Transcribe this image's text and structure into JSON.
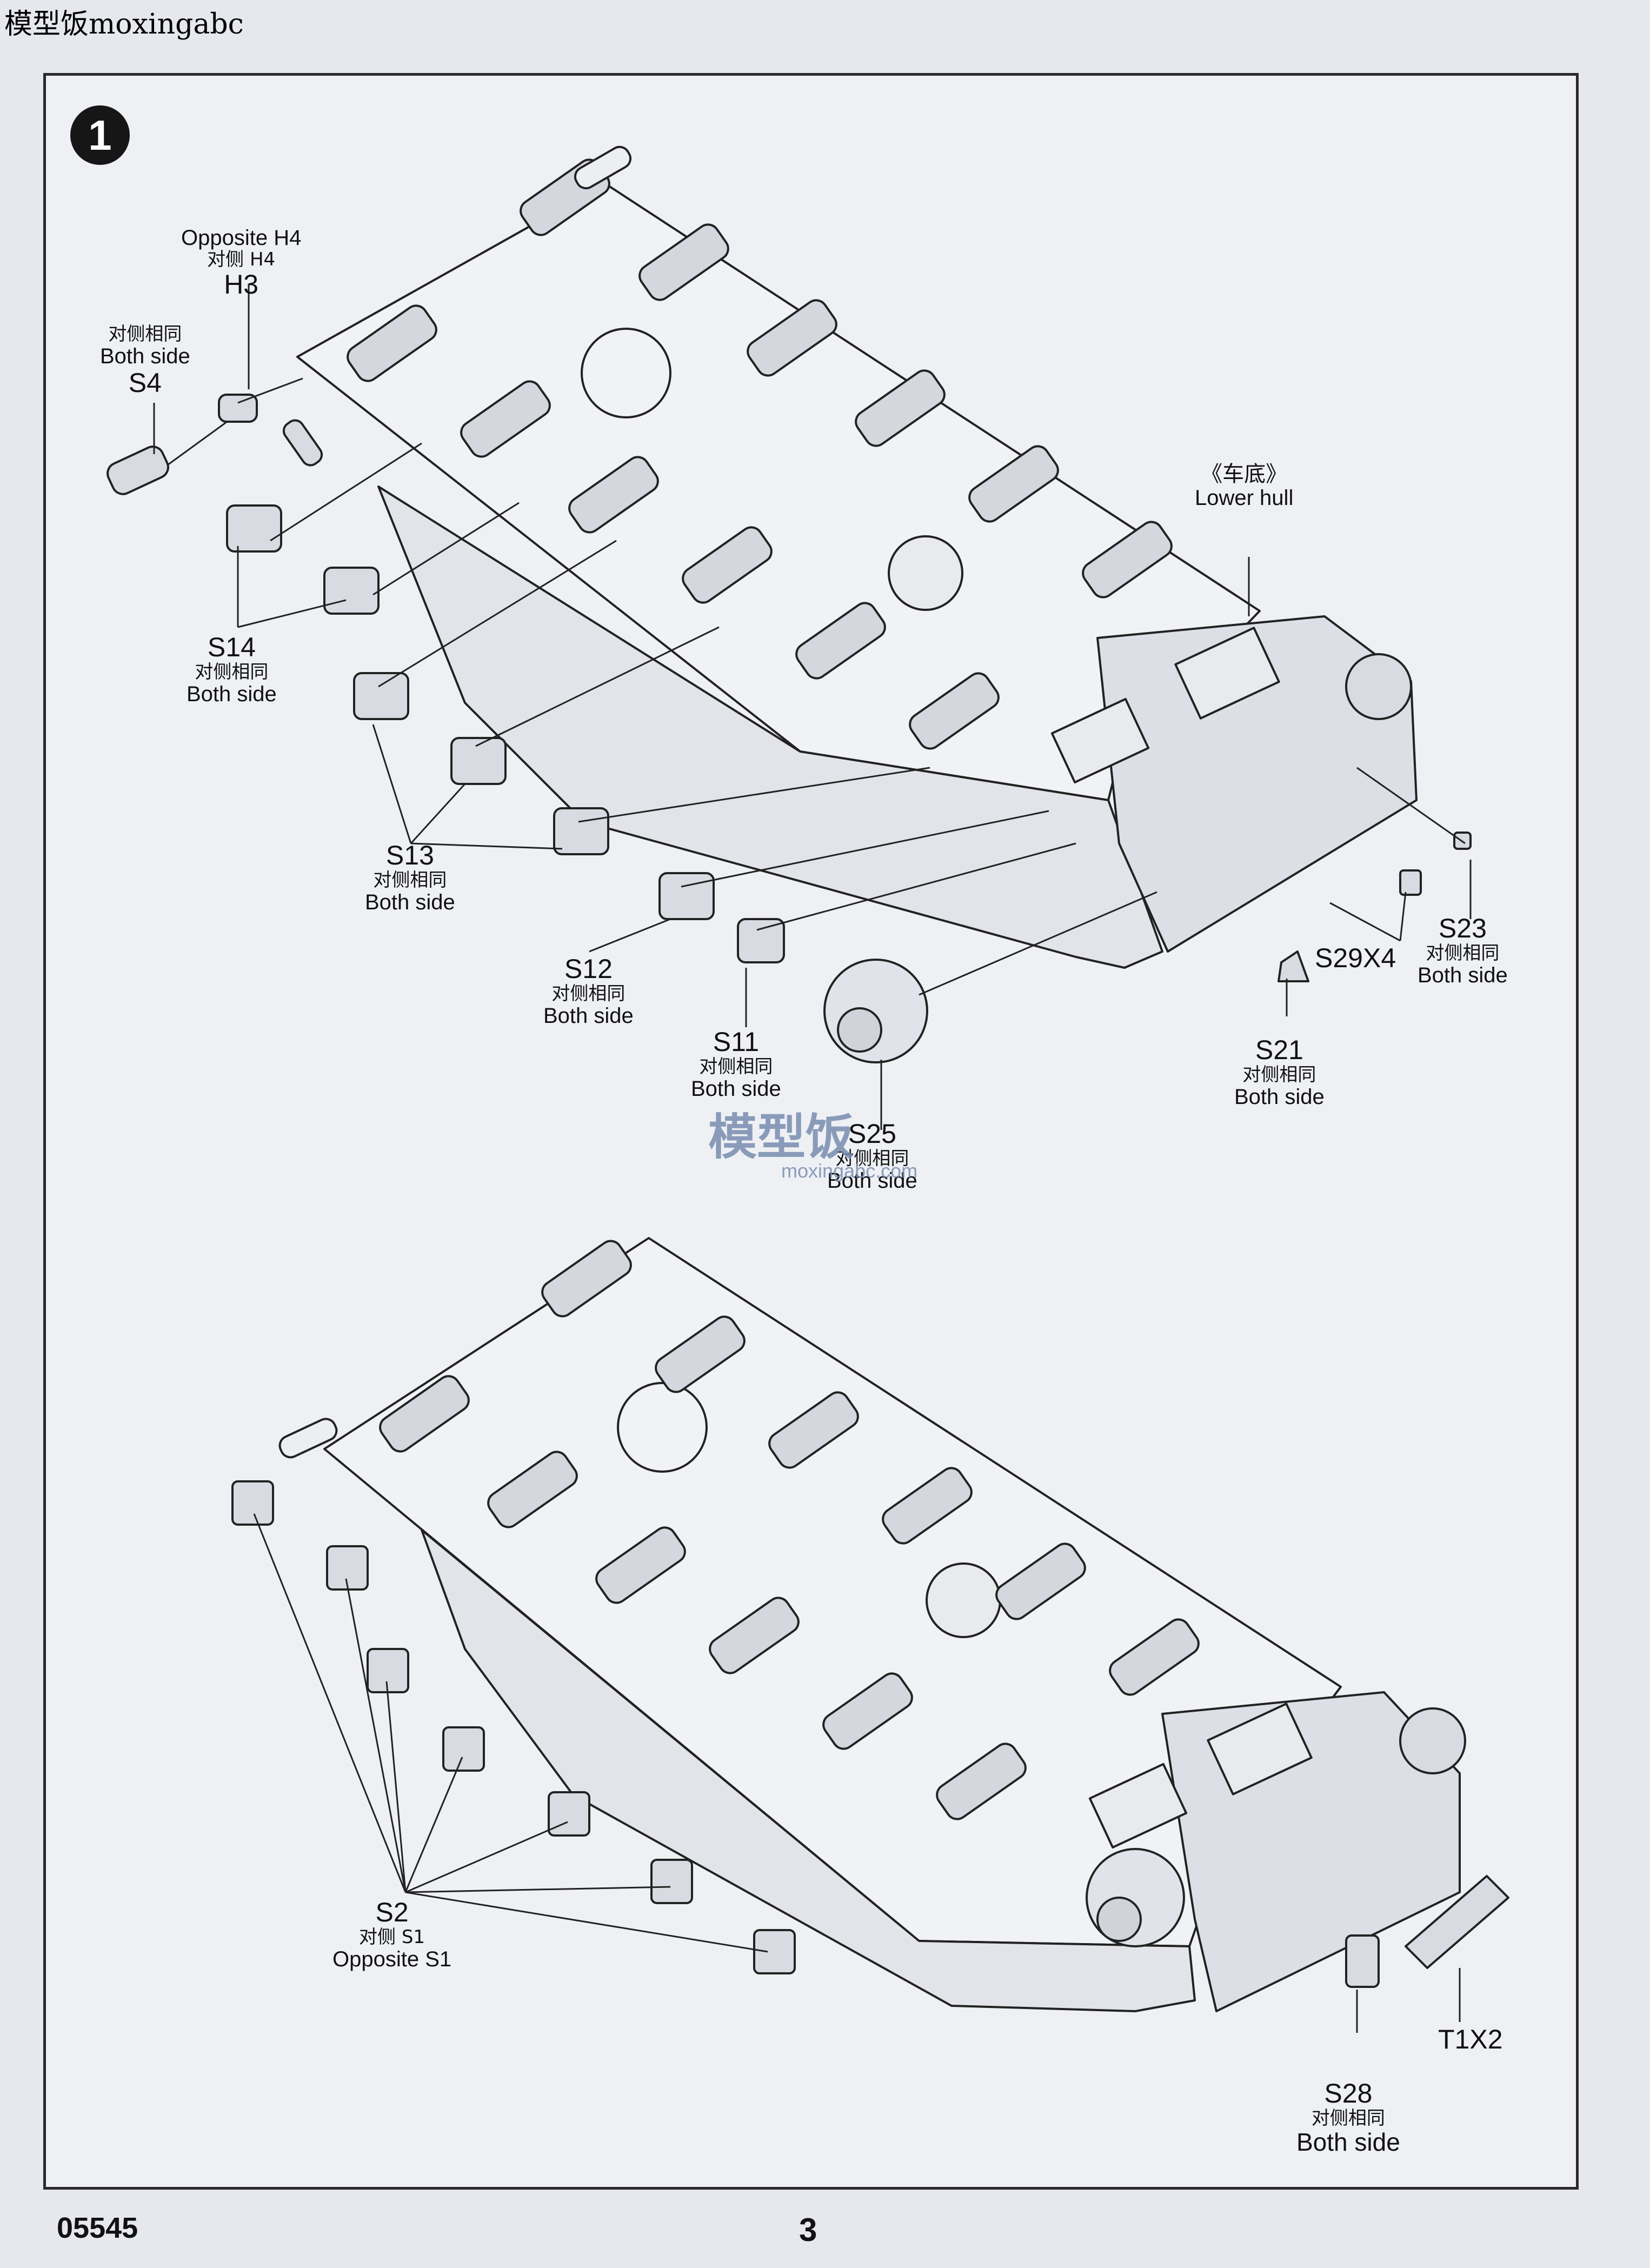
{
  "header": {
    "watermark": "模型饭moxingabc"
  },
  "step": {
    "number": "1"
  },
  "assembly_top": {
    "parts": {
      "h3": {
        "opposite": "Opposite H4",
        "cn_opposite": "对侧 H4",
        "code": "H3"
      },
      "s4": {
        "cn": "对侧相同",
        "en": "Both side",
        "code": "S4"
      },
      "s14": {
        "code": "S14",
        "cn": "对侧相同",
        "en": "Both side"
      },
      "s13": {
        "code": "S13",
        "cn": "对侧相同",
        "en": "Both side"
      },
      "s12": {
        "code": "S12",
        "cn": "对侧相同",
        "en": "Both side"
      },
      "s11": {
        "code": "S11",
        "cn": "对侧相同",
        "en": "Both side"
      },
      "s25": {
        "code": "S25",
        "cn": "对侧相同",
        "en": "Both side"
      },
      "s21": {
        "code": "S21",
        "cn": "对侧相同",
        "en": "Both side"
      },
      "s23": {
        "code": "S23",
        "cn": "对侧相同",
        "en": "Both side"
      },
      "s29": {
        "code": "S29X4"
      },
      "lower_hull": {
        "cn": "《车底》",
        "en": "Lower hull"
      }
    }
  },
  "assembly_bottom": {
    "parts": {
      "s2": {
        "code": "S2",
        "cn": "对侧 S1",
        "en": "Opposite S1"
      },
      "s28": {
        "code": "S28",
        "cn": "对侧相同",
        "en": "Both side"
      },
      "t1": {
        "code": "T1X2"
      }
    }
  },
  "watermark": {
    "brand": "模型饭",
    "site": "moxingabc.com"
  },
  "footer": {
    "product_code": "05545",
    "page_number": "3"
  },
  "colors": {
    "line": "#222222",
    "paper": "#eef0f4",
    "shade": "#b8bcc6"
  }
}
